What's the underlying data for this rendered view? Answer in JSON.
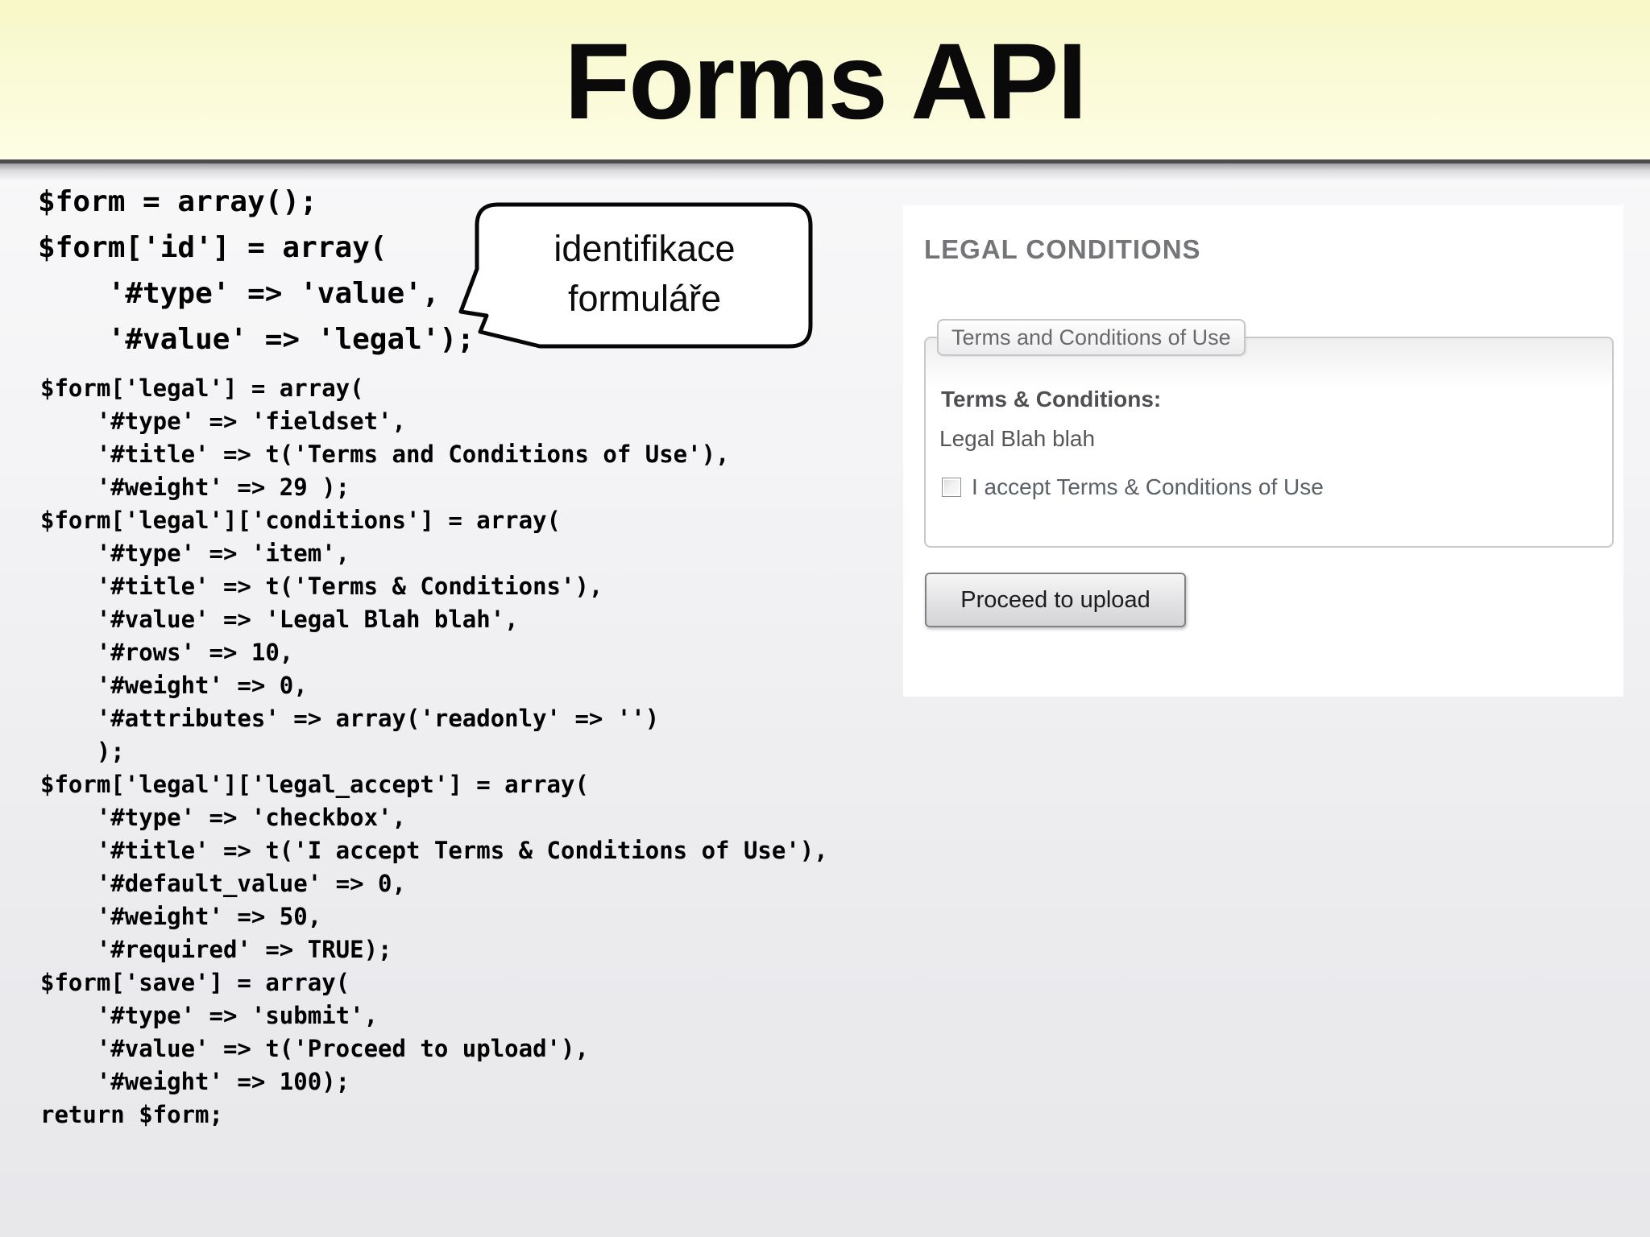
{
  "slide": {
    "title": "Forms API"
  },
  "code": {
    "intro_lines": [
      "$form = array();",
      "$form['id'] = array(",
      "    '#type' => 'value',",
      "    '#value' => 'legal');"
    ],
    "body_lines": [
      "$form['legal'] = array(",
      "    '#type' => 'fieldset',",
      "    '#title' => t('Terms and Conditions of Use'),",
      "    '#weight' => 29 );",
      "$form['legal']['conditions'] = array(",
      "    '#type' => 'item',",
      "    '#title' => t('Terms & Conditions'),",
      "    '#value' => 'Legal Blah blah',",
      "    '#rows' => 10,",
      "    '#weight' => 0,",
      "    '#attributes' => array('readonly' => '')",
      "    );",
      "$form['legal']['legal_accept'] = array(",
      "    '#type' => 'checkbox',",
      "    '#title' => t('I accept Terms & Conditions of Use'),",
      "    '#default_value' => 0,",
      "    '#weight' => 50,",
      "    '#required' => TRUE);",
      "$form['save'] = array(",
      "    '#type' => 'submit',",
      "    '#value' => t('Proceed to upload'),",
      "    '#weight' => 100);",
      "return $form;"
    ]
  },
  "callout": {
    "line1": "identifikace",
    "line2": "formuláře"
  },
  "preview": {
    "heading": "LEGAL CONDITIONS",
    "fieldset_legend": "Terms and Conditions of Use",
    "item_label": "Terms & Conditions:",
    "item_value": "Legal Blah blah",
    "checkbox_label": "I accept Terms & Conditions of Use",
    "checkbox_checked": false,
    "submit_label": "Proceed to upload"
  },
  "colors": {
    "header_yellow_top": "#f7f7c8",
    "header_yellow_bottom": "#fdfde4",
    "header_shadow": "#4c4c52",
    "slide_bg_bottom": "#e8e8eb",
    "panel_bg": "#ffffff",
    "heading_text": "#747578",
    "fieldset_border": "#c9c9cb",
    "body_text": "#56575b",
    "code_text": "#000000",
    "button_border": "#828286"
  }
}
